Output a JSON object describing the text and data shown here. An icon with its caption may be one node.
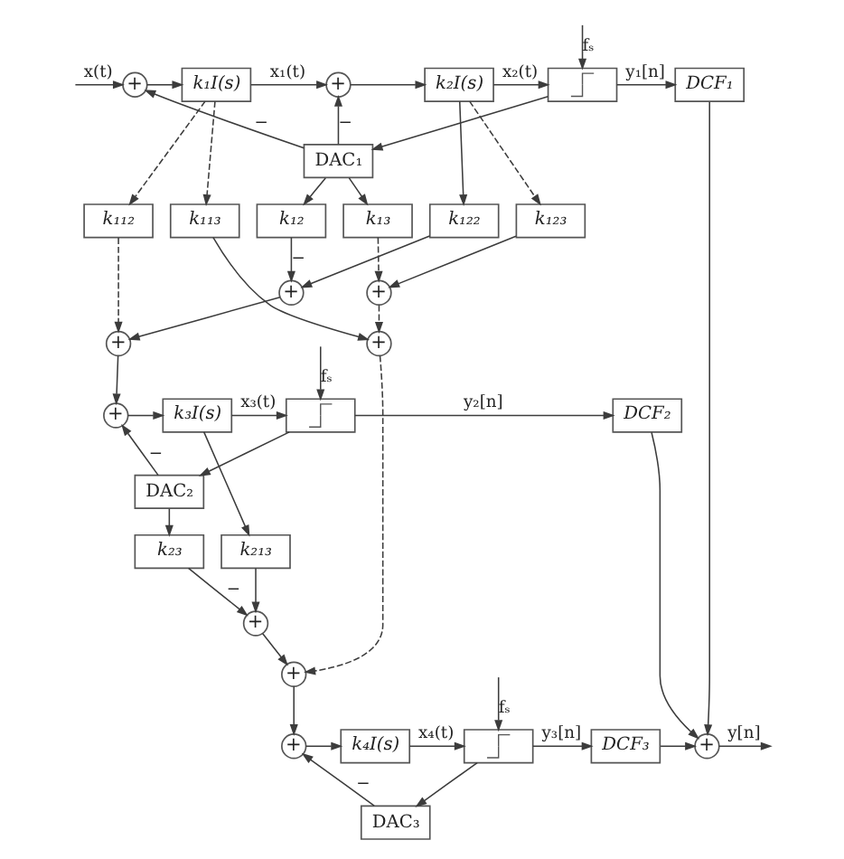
{
  "diagram": {
    "nodes": [
      {
        "text": [
          "+"
        ]
      },
      {
        "text": [
          "k₁I(s)"
        ]
      },
      {
        "text": [
          "+"
        ]
      },
      {
        "text": [
          "k₂I(s)"
        ]
      },
      {
        "text": [],
        "shape": "box"
      },
      {
        "text": [
          "DCF₁"
        ]
      },
      {
        "text": [
          "DAC₁"
        ]
      },
      {
        "text": [
          "k₁₁₃"
        ]
      },
      {
        "text": [
          "k₁₁₂"
        ]
      },
      {
        "text": [
          "k₁₂₃"
        ]
      },
      {
        "text": [
          "k₁₂₂"
        ]
      },
      {
        "text": [
          "k₁₃"
        ]
      },
      {
        "text": [
          "k₁₂"
        ]
      },
      {
        "text": [
          "+"
        ]
      },
      {
        "text": [
          "+"
        ]
      },
      {
        "text": [
          "+"
        ]
      },
      {
        "text": [
          "+"
        ]
      },
      {
        "text": [
          "+"
        ]
      },
      {
        "text": [
          "k₃I(s)"
        ]
      },
      {
        "text": [],
        "shape": "box"
      },
      {
        "text": [
          "DCF₂"
        ]
      },
      {
        "text": [
          "+"
        ]
      },
      {
        "text": [
          "DAC₂"
        ]
      },
      {
        "text": [
          "k₂₁₃"
        ]
      },
      {
        "text": [
          "k₂₃"
        ]
      },
      {
        "text": [
          "+"
        ]
      },
      {
        "text": [
          "+"
        ]
      },
      {
        "text": [
          "+"
        ]
      },
      {
        "text": [
          "k₄I(s)"
        ]
      },
      {
        "text": [],
        "shape": "box"
      },
      {
        "text": [
          "DCF₃"
        ]
      },
      {
        "text": [
          "DAC₃"
        ]
      }
    ],
    "edges": [
      {
        "from": null,
        "to": 0,
        "arrow": "to",
        "label": "x(t)"
      },
      {
        "from": 0,
        "to": 1,
        "arrow": "to"
      },
      {
        "from": 1,
        "to": 2,
        "arrow": "to",
        "label": "x₁(t)"
      },
      {
        "from": 1,
        "to": 7,
        "arrow": "to",
        "style": "dashed"
      },
      {
        "from": 1,
        "to": 8,
        "arrow": "to",
        "style": "dashed"
      },
      {
        "from": 2,
        "to": 3,
        "arrow": "to"
      },
      {
        "from": 3,
        "to": 4,
        "arrow": "to",
        "label": "x₂(t)"
      },
      {
        "from": 3,
        "to": 9,
        "arrow": "to",
        "style": "dashed"
      },
      {
        "from": 3,
        "to": 10,
        "arrow": "to"
      },
      {
        "from": null,
        "to": 4,
        "arrow": "to",
        "label": "fₛ"
      },
      {
        "from": 4,
        "to": 5,
        "arrow": "to",
        "label": "y₁[n]"
      },
      {
        "from": 4,
        "to": 6,
        "arrow": "to"
      },
      {
        "from": 6,
        "to": 0,
        "arrow": "to",
        "label": "−"
      },
      {
        "from": 6,
        "to": 2,
        "arrow": "to",
        "label": "−"
      },
      {
        "from": 6,
        "to": 11,
        "arrow": "to"
      },
      {
        "from": 6,
        "to": 12,
        "arrow": "to"
      },
      {
        "from": 5,
        "to": 21,
        "arrow": "to"
      },
      {
        "from": 7,
        "to": 13,
        "arrow": "to"
      },
      {
        "from": 8,
        "to": 15,
        "arrow": "to",
        "style": "dashed"
      },
      {
        "from": 9,
        "to": 14,
        "arrow": "to"
      },
      {
        "from": 10,
        "to": 16,
        "arrow": "to"
      },
      {
        "from": 11,
        "to": 14,
        "arrow": "to",
        "style": "dashed"
      },
      {
        "from": 12,
        "to": 16,
        "arrow": "to",
        "label": "−"
      },
      {
        "from": 14,
        "to": 13,
        "arrow": "to",
        "style": "dashed"
      },
      {
        "from": 16,
        "to": 15,
        "arrow": "to"
      },
      {
        "from": 13,
        "to": 25,
        "arrow": "to",
        "style": "dashed"
      },
      {
        "from": 15,
        "to": 17,
        "arrow": "to"
      },
      {
        "from": 17,
        "to": 18,
        "arrow": "to"
      },
      {
        "from": 18,
        "to": 19,
        "arrow": "to",
        "label": "x₃(t)"
      },
      {
        "from": 18,
        "to": 23,
        "arrow": "to"
      },
      {
        "from": null,
        "to": 19,
        "arrow": "to",
        "label": "fₛ"
      },
      {
        "from": 19,
        "to": 20,
        "arrow": "to",
        "label": "y₂[n]"
      },
      {
        "from": 19,
        "to": 22,
        "arrow": "to"
      },
      {
        "from": 22,
        "to": 17,
        "arrow": "to",
        "label": "−"
      },
      {
        "from": 22,
        "to": 24,
        "arrow": "to"
      },
      {
        "from": 20,
        "to": 21,
        "arrow": "to"
      },
      {
        "from": 21,
        "to": null,
        "arrow": "to",
        "label": "y[n]"
      },
      {
        "from": 23,
        "to": 26,
        "arrow": "to"
      },
      {
        "from": 24,
        "to": 26,
        "arrow": "to",
        "label": "−"
      },
      {
        "from": 26,
        "to": 25,
        "arrow": "to"
      },
      {
        "from": 25,
        "to": 27,
        "arrow": "to"
      },
      {
        "from": 27,
        "to": 28,
        "arrow": "to"
      },
      {
        "from": 28,
        "to": 29,
        "arrow": "to",
        "label": "x₄(t)"
      },
      {
        "from": null,
        "to": 29,
        "arrow": "to",
        "label": "fₛ"
      },
      {
        "from": 29,
        "to": 30,
        "arrow": "to",
        "label": "y₃[n]"
      },
      {
        "from": 29,
        "to": 31,
        "arrow": "to"
      },
      {
        "from": 31,
        "to": 27,
        "arrow": "to",
        "label": "−"
      },
      {
        "from": 30,
        "to": 21,
        "arrow": "to"
      }
    ]
  }
}
